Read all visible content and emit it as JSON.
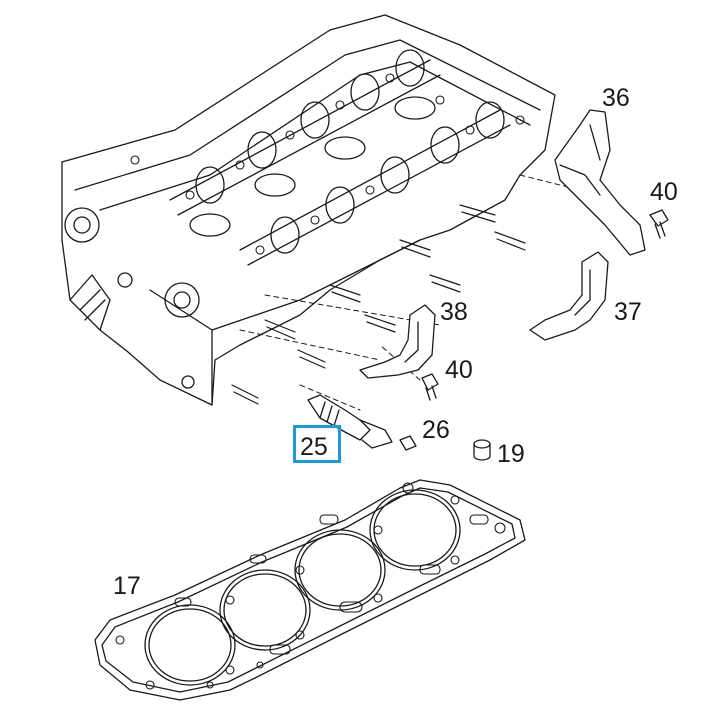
{
  "diagram": {
    "highlight_color": "#1f9ad6",
    "line_color": "#1a1a1a",
    "highlighted_part": "25",
    "labels": {
      "p36": "36",
      "p40_top": "40",
      "p38": "38",
      "p37": "37",
      "p40_mid": "40",
      "p26": "26",
      "p19": "19",
      "p25": "25",
      "p17": "17"
    }
  }
}
